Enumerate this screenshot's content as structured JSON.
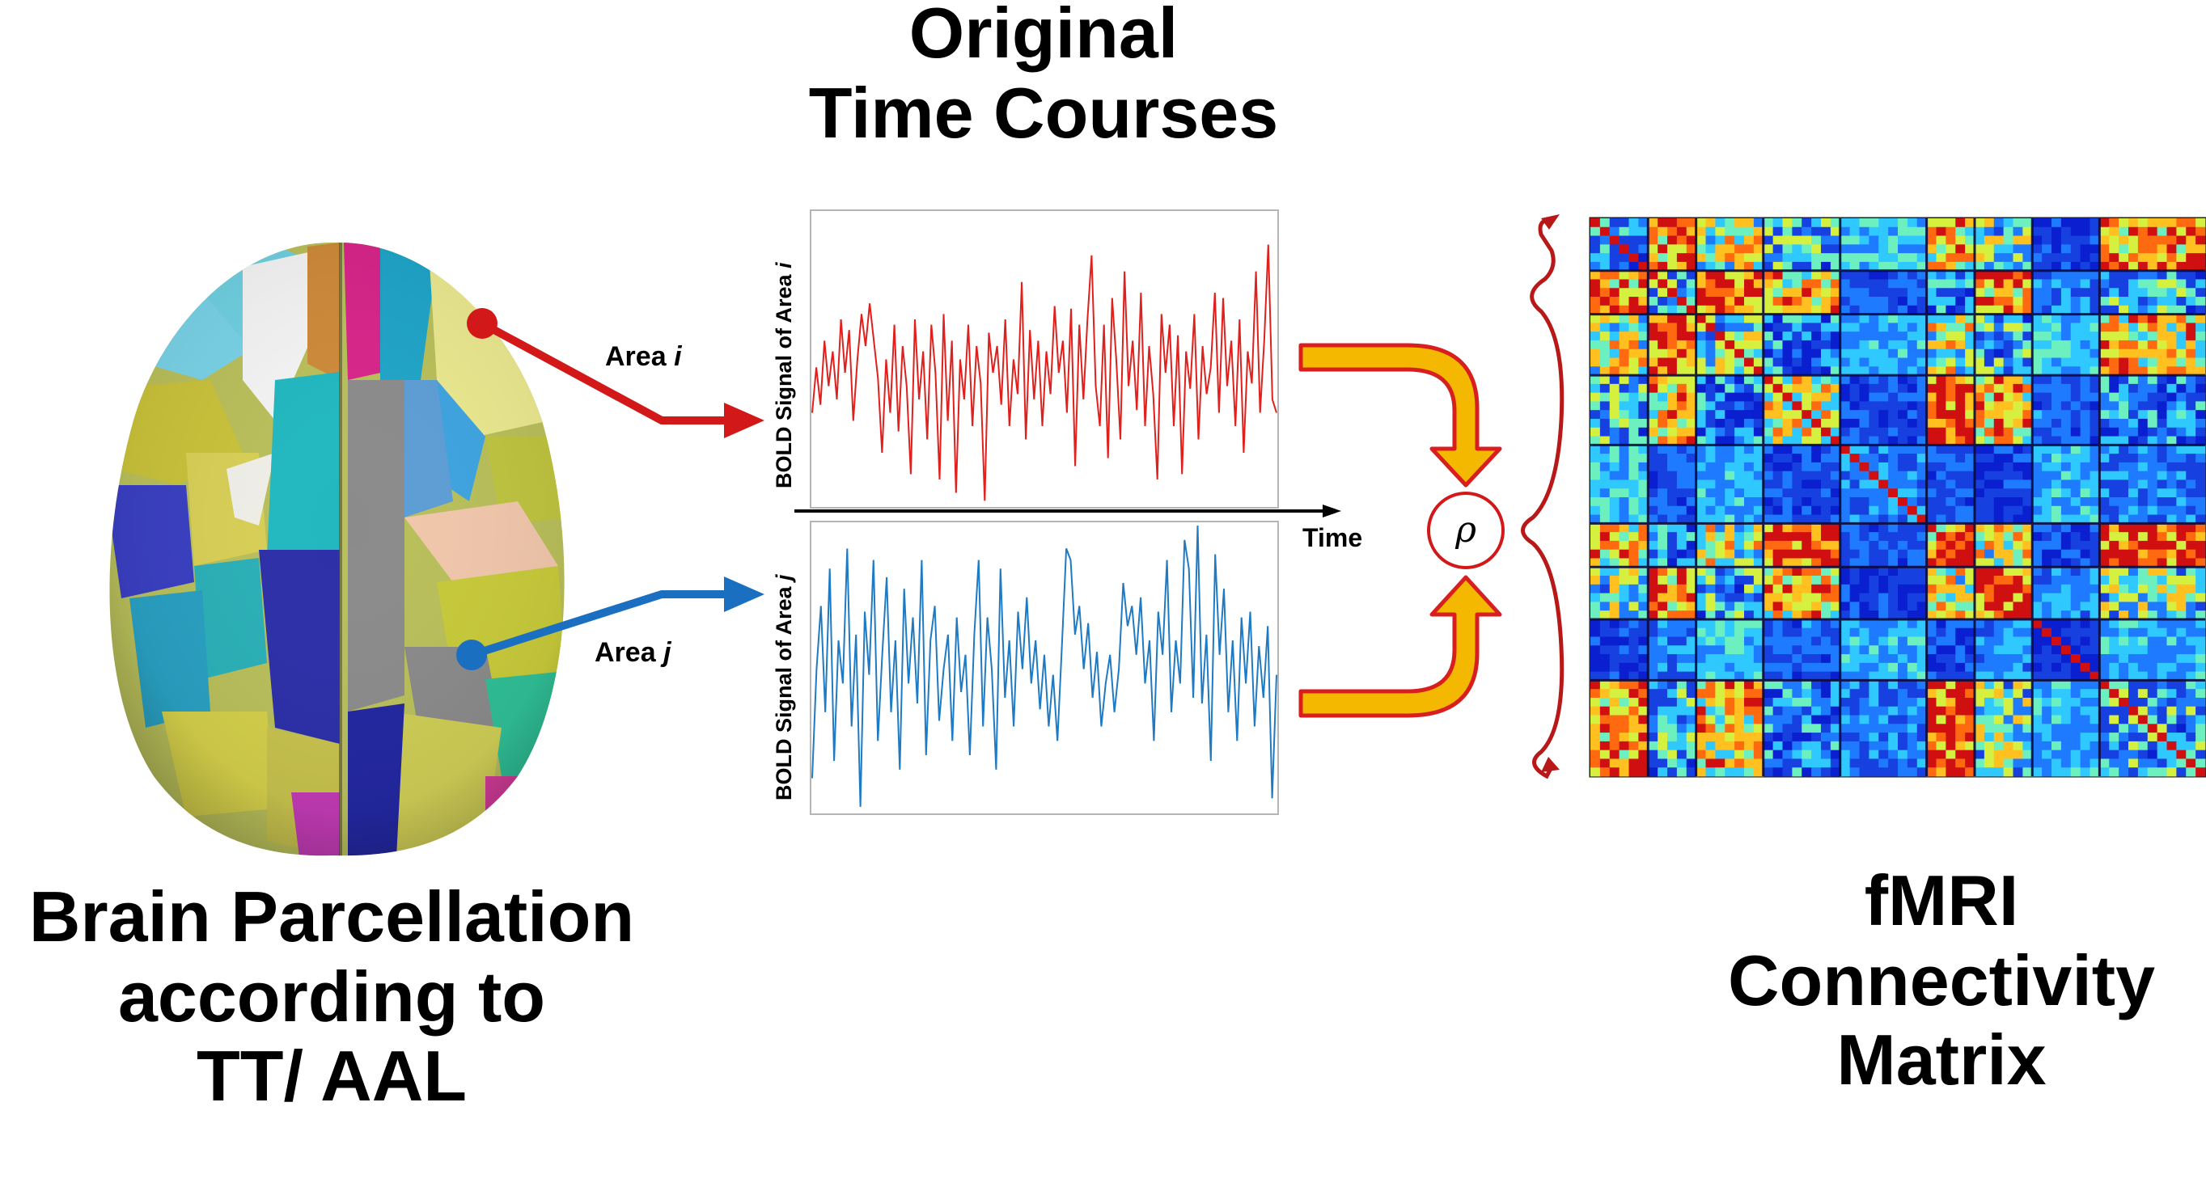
{
  "titles": {
    "time_courses": [
      "Original",
      "Time Courses"
    ],
    "brain": [
      "Brain Parcellation",
      "according to",
      "TT/ AAL"
    ],
    "matrix": [
      "fMRI",
      "Connectivity",
      "Matrix"
    ]
  },
  "labels": {
    "area_i_prefix": "Area ",
    "area_i_var": "i",
    "area_j_prefix": "Area ",
    "area_j_var": "j",
    "time_axis": "Time",
    "ylabel_i_prefix": "BOLD Signal of Area ",
    "ylabel_i_var": "i",
    "ylabel_j_prefix": "BOLD Signal of Area ",
    "ylabel_j_var": "j",
    "correlation_symbol": "ρ"
  },
  "colors": {
    "area_i": "#d21818",
    "area_j": "#1a6fc0",
    "flow_arrow_fill": "#f5b800",
    "flow_arrow_stroke": "#d81e1e",
    "brace": "#b81818"
  },
  "chart_data": [
    {
      "type": "line",
      "title": "",
      "xlabel": "Time",
      "ylabel": "BOLD Signal of Area i",
      "series": [
        {
          "values": [
            0.35,
            0.52,
            0.38,
            0.62,
            0.45,
            0.58,
            0.4,
            0.7,
            0.5,
            0.66,
            0.32,
            0.55,
            0.72,
            0.6,
            0.76,
            0.62,
            0.48,
            0.2,
            0.55,
            0.35,
            0.68,
            0.28,
            0.6,
            0.45,
            0.12,
            0.7,
            0.4,
            0.58,
            0.25,
            0.68,
            0.5,
            0.1,
            0.72,
            0.32,
            0.62,
            0.05,
            0.55,
            0.4,
            0.68,
            0.3,
            0.6,
            0.46,
            0.02,
            0.65,
            0.5,
            0.6,
            0.38,
            0.7,
            0.3,
            0.55,
            0.42,
            0.84,
            0.25,
            0.66,
            0.4,
            0.62,
            0.3,
            0.58,
            0.42,
            0.75,
            0.5,
            0.62,
            0.35,
            0.74,
            0.15,
            0.68,
            0.4,
            0.7,
            0.94,
            0.45,
            0.3,
            0.68,
            0.18,
            0.78,
            0.55,
            0.25,
            0.88,
            0.45,
            0.62,
            0.36,
            0.8,
            0.3,
            0.6,
            0.42,
            0.1,
            0.72,
            0.5,
            0.68,
            0.3,
            0.64,
            0.12,
            0.58,
            0.44,
            0.72,
            0.25,
            0.6,
            0.42,
            0.52,
            0.8,
            0.35,
            0.78,
            0.45,
            0.62,
            0.3,
            0.7,
            0.2,
            0.58,
            0.46,
            0.88,
            0.35,
            0.62,
            0.98,
            0.4,
            0.35
          ]
        }
      ]
    },
    {
      "type": "line",
      "title": "",
      "xlabel": "Time",
      "ylabel": "BOLD Signal of Area j",
      "series": [
        {
          "values": [
            0.12,
            0.5,
            0.72,
            0.35,
            0.85,
            0.18,
            0.6,
            0.45,
            0.92,
            0.3,
            0.62,
            0.02,
            0.7,
            0.48,
            0.88,
            0.25,
            0.55,
            0.82,
            0.35,
            0.6,
            0.15,
            0.78,
            0.45,
            0.68,
            0.38,
            0.88,
            0.2,
            0.6,
            0.72,
            0.32,
            0.5,
            0.62,
            0.25,
            0.68,
            0.42,
            0.55,
            0.2,
            0.62,
            0.88,
            0.3,
            0.68,
            0.5,
            0.15,
            0.85,
            0.4,
            0.6,
            0.3,
            0.7,
            0.5,
            0.75,
            0.45,
            0.6,
            0.36,
            0.55,
            0.3,
            0.48,
            0.25,
            0.58,
            0.92,
            0.88,
            0.62,
            0.72,
            0.5,
            0.66,
            0.4,
            0.56,
            0.3,
            0.45,
            0.55,
            0.35,
            0.5,
            0.8,
            0.65,
            0.72,
            0.55,
            0.75,
            0.45,
            0.6,
            0.25,
            0.7,
            0.55,
            0.88,
            0.35,
            0.6,
            0.45,
            0.95,
            0.85,
            0.4,
            1.0,
            0.38,
            0.62,
            0.18,
            0.9,
            0.55,
            0.78,
            0.35,
            0.6,
            0.25,
            0.68,
            0.45,
            0.7,
            0.3,
            0.58,
            0.4,
            0.65,
            0.05,
            0.48
          ]
        }
      ]
    }
  ]
}
